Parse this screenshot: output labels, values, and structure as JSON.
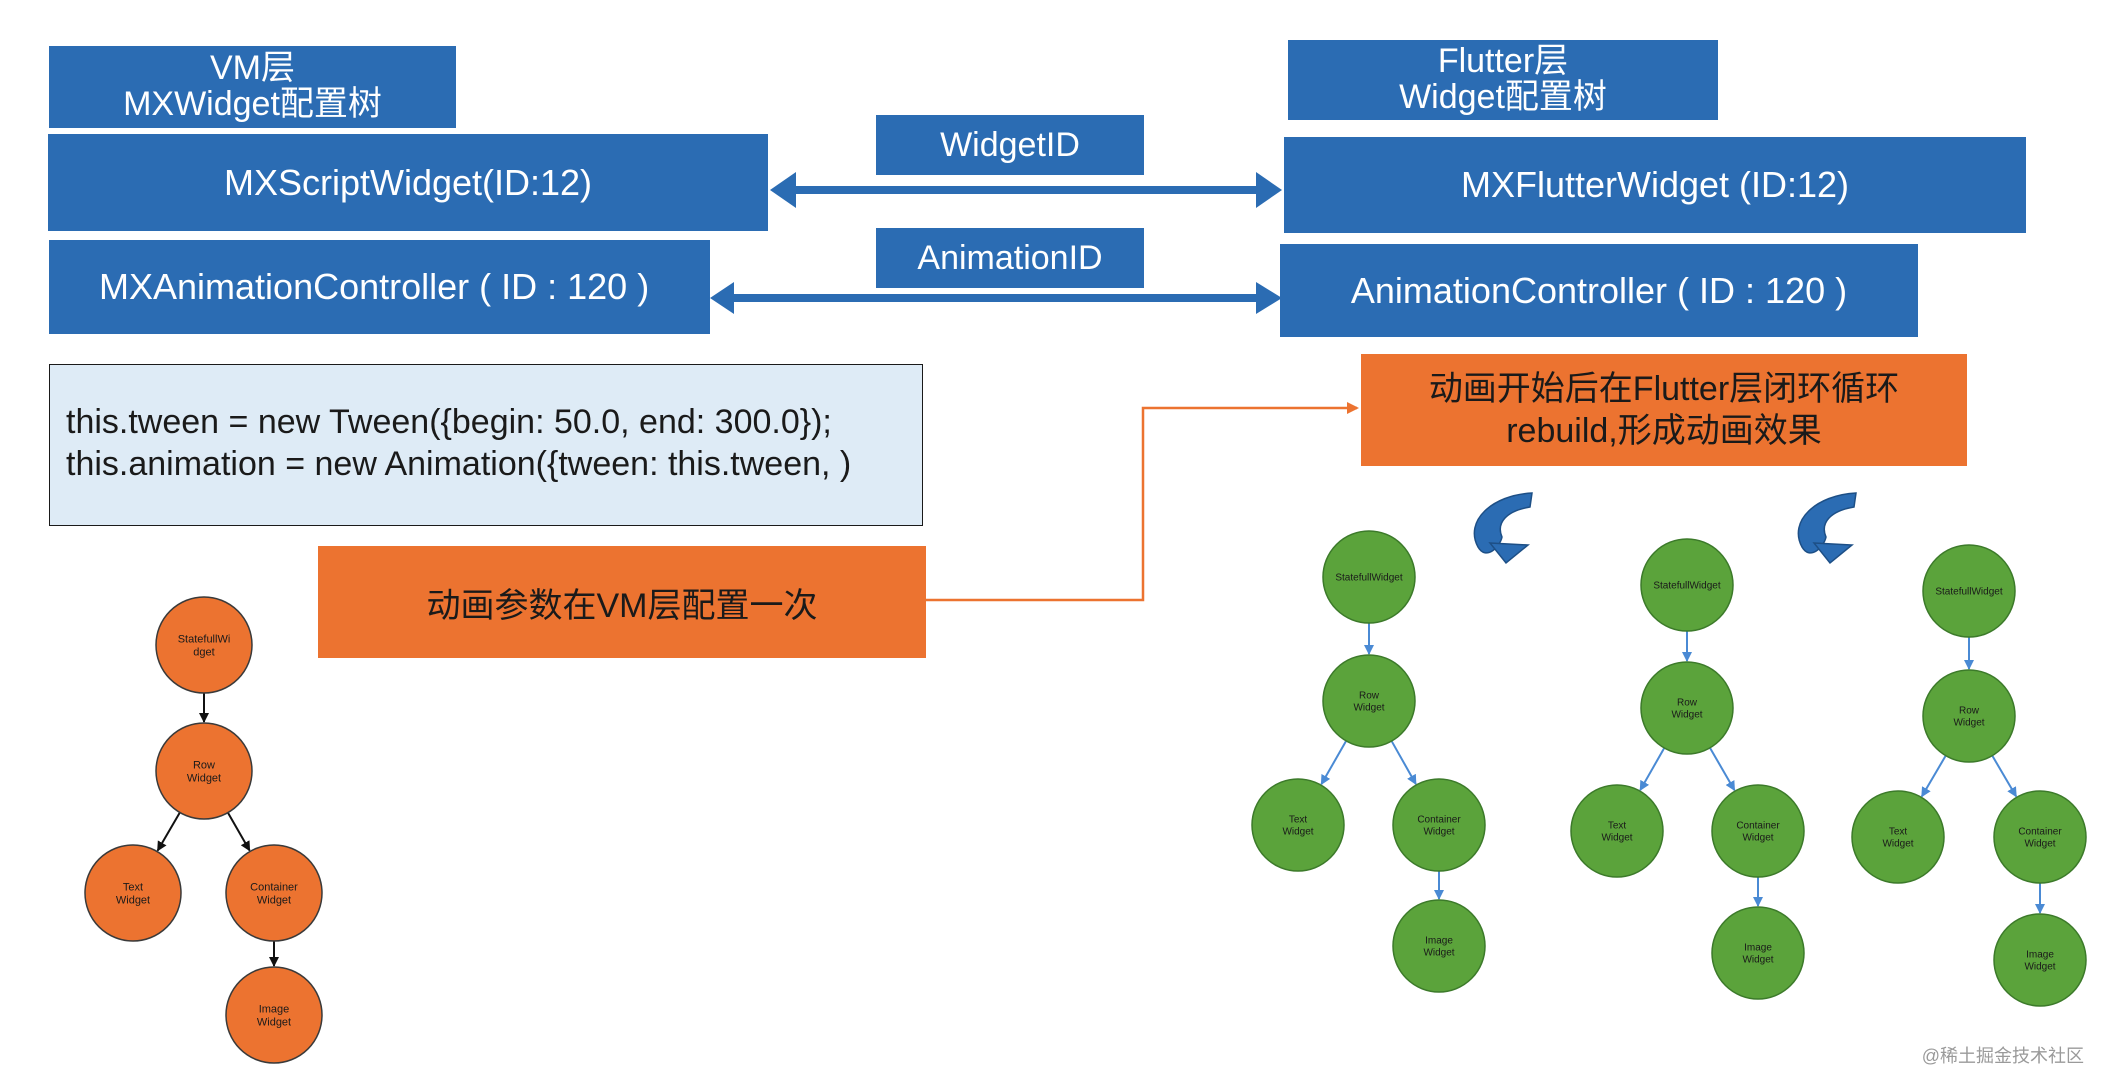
{
  "vm_header": {
    "line1": "VM层",
    "line2": "MXWidget配置树"
  },
  "flutter_header": {
    "line1": "Flutter层",
    "line2": "Widget配置树"
  },
  "left_widget_box": "MXScriptWidget(ID:12)",
  "left_controller_box": "MXAnimationController ( ID : 120 )",
  "right_widget_box": "MXFlutterWidget (ID:12)",
  "right_controller_box": "AnimationController ( ID : 120 )",
  "widget_id_label": "WidgetID",
  "animation_id_label": "AnimationID",
  "code": {
    "line1": "this.tween = new Tween({begin: 50.0, end: 300.0});",
    "line2": "this.animation = new Animation({tween: this.tween, )"
  },
  "vm_config_label": "动画参数在VM层配置一次",
  "flutter_loop_label": {
    "line1": "动画开始后在Flutter层闭环循环",
    "line2": "rebuild,形成动画效果"
  },
  "colors": {
    "blue": "#2b6cb3",
    "orange": "#ec7330",
    "green": "#5ba33b",
    "code_bg": "#deebf6",
    "connector_blue": "#4a8ad4"
  },
  "vm_tree": {
    "nodes": [
      {
        "id": "stateful",
        "label": "StatefullWi|dget"
      },
      {
        "id": "row",
        "label": "Row|Widget"
      },
      {
        "id": "text",
        "label": "Text|Widget"
      },
      {
        "id": "container",
        "label": "Container|Widget"
      },
      {
        "id": "image",
        "label": "Image|Widget"
      }
    ]
  },
  "flutter_tree": {
    "nodes": [
      {
        "id": "stateful",
        "label": "StatefullWidget"
      },
      {
        "id": "row",
        "label": "Row|Widget"
      },
      {
        "id": "text",
        "label": "Text|Widget"
      },
      {
        "id": "container",
        "label": "Container|Widget"
      },
      {
        "id": "image",
        "label": "Image|Widget"
      }
    ]
  },
  "tree_edges": [
    [
      "stateful",
      "row"
    ],
    [
      "row",
      "text"
    ],
    [
      "row",
      "container"
    ],
    [
      "container",
      "image"
    ]
  ],
  "watermark": "@稀土掘金技术社区"
}
